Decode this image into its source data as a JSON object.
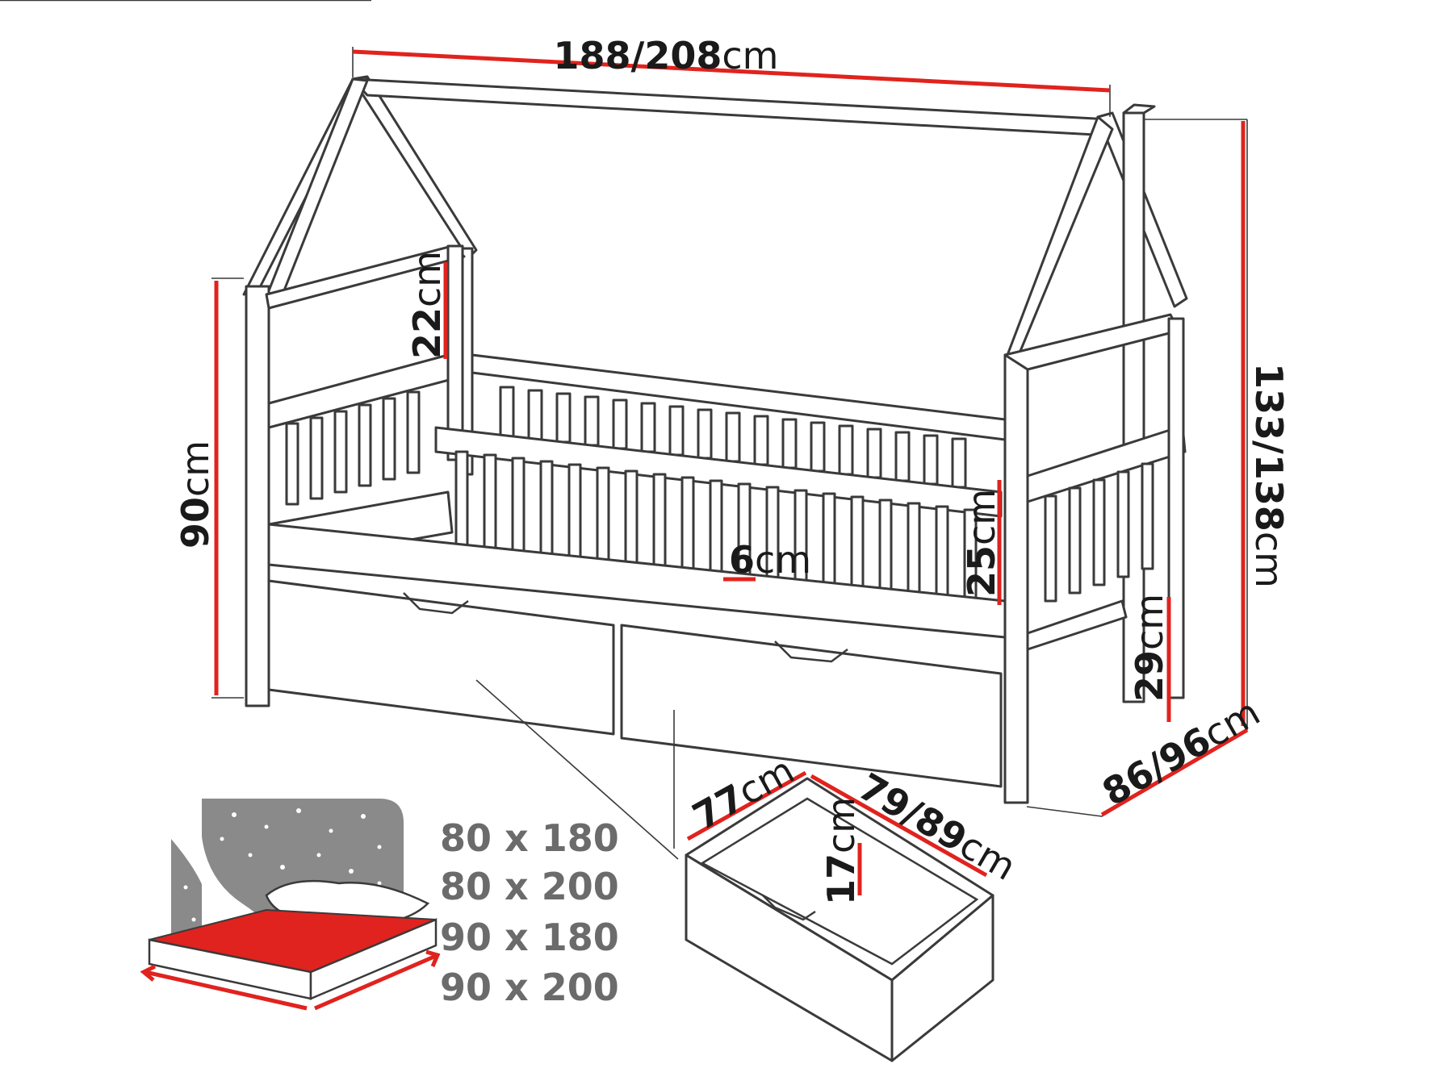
{
  "colors": {
    "accent": "#e0231e",
    "line": "#3a3a3a",
    "panel": "#8a8a8a",
    "size_text": "#6b6b6b"
  },
  "dimensions": {
    "length": {
      "value": "188/208",
      "unit": "cm"
    },
    "height_total": {
      "value": "133/138",
      "unit": "cm"
    },
    "height_side": {
      "value": "90",
      "unit": "cm"
    },
    "window_height": {
      "value": "22",
      "unit": "cm"
    },
    "rail_height": {
      "value": "25",
      "unit": "cm"
    },
    "rail_gap": {
      "value": "6",
      "unit": "cm"
    },
    "clearance": {
      "value": "29",
      "unit": "cm"
    },
    "width": {
      "value": "86/96",
      "unit": "cm"
    },
    "drawer_width": {
      "value": "77",
      "unit": "cm"
    },
    "drawer_length": {
      "value": "79/89",
      "unit": "cm"
    },
    "drawer_height": {
      "value": "17",
      "unit": "cm"
    }
  },
  "mattress_sizes": [
    "80 x 180",
    "80 x 200",
    "90 x 180",
    "90 x 200"
  ],
  "icons": {
    "mattress": "mattress-night-sky-icon"
  }
}
